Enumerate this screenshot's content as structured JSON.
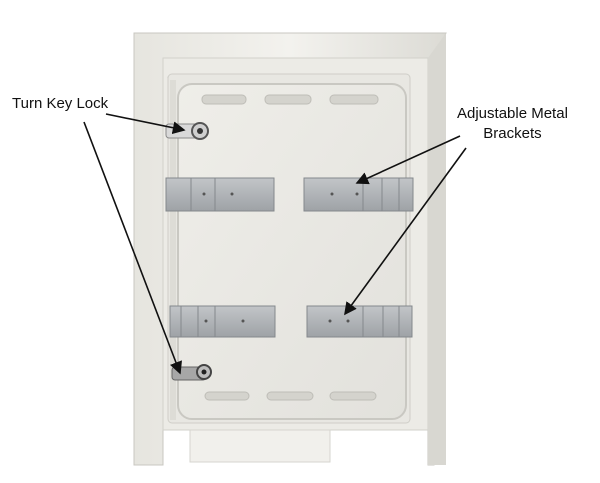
{
  "annotations": {
    "lock_label": "Turn Key Lock",
    "brackets_label_line1": "Adjustable Metal",
    "brackets_label_line2": "Brackets"
  },
  "colors": {
    "cabinet": "#efeee9",
    "cabinet_shadow": "#d9d8d2",
    "door": "#e9e8e3",
    "bracket": "#a9adb1",
    "text": "#111111"
  },
  "icons": [
    "turn-key-lock-icon"
  ]
}
